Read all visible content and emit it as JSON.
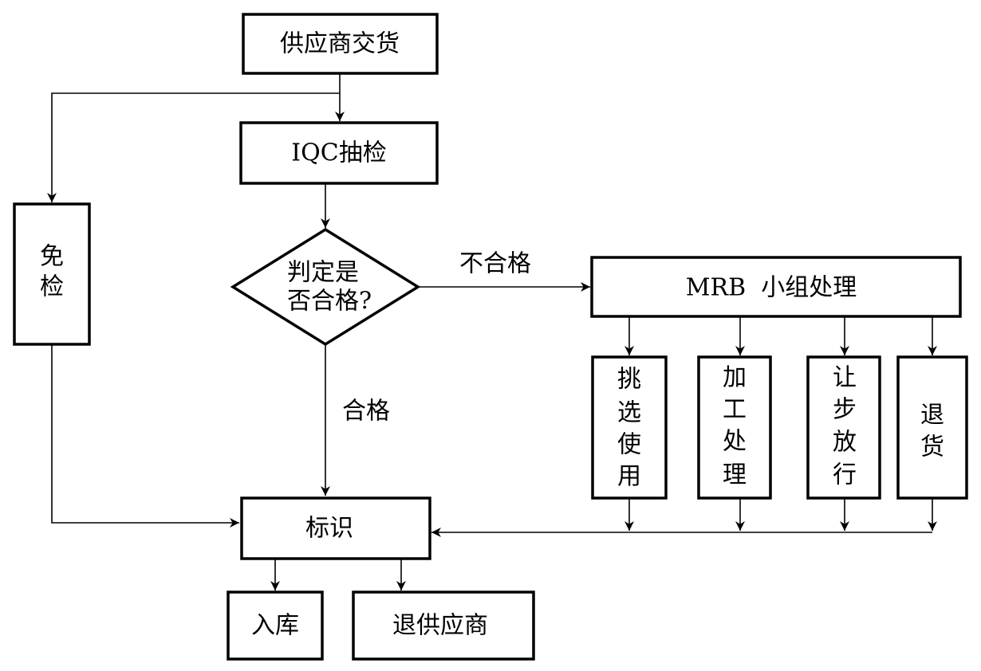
{
  "nodes": {
    "supplier_delivery": "供应商交货",
    "iqc_sampling": "IQC抽检",
    "exempt_inspection": [
      "免",
      "检"
    ],
    "decision": [
      "判定是",
      "否合格?"
    ],
    "mrb_handling": "MRB  小组处理",
    "sort_use": [
      "挑",
      "选",
      "使",
      "用"
    ],
    "rework": [
      "加",
      "工",
      "处",
      "理"
    ],
    "concession_release": [
      "让",
      "步",
      "放",
      "行"
    ],
    "return_goods": [
      "退",
      "货"
    ],
    "marking": "标识",
    "warehousing": "入库",
    "return_supplier": "退供应商"
  },
  "edge_labels": {
    "fail": "不合格",
    "pass": "合格"
  }
}
